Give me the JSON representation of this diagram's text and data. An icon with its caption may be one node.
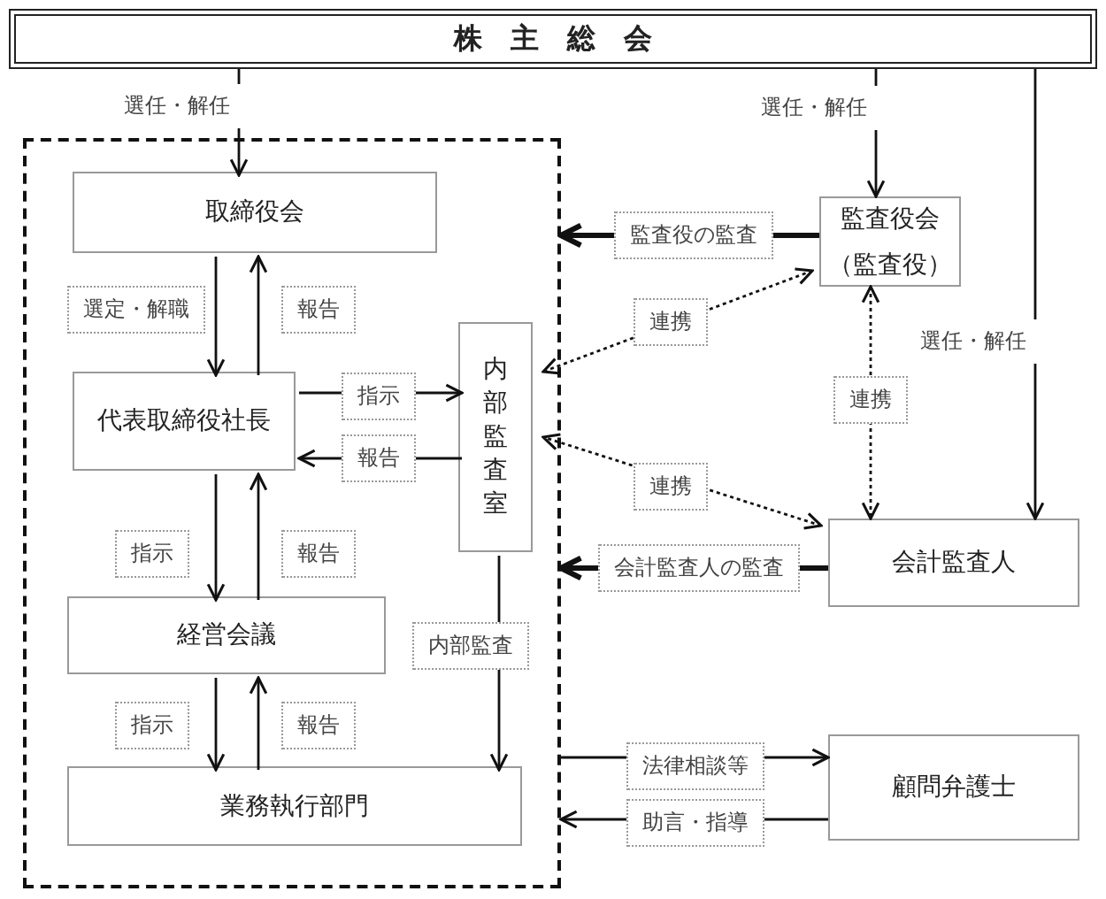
{
  "diagram": {
    "nodes": [
      {
        "text": [
          "株　主　総　会"
        ]
      },
      {
        "text": [],
        "shape": "box"
      },
      {
        "text": [
          "取締役会"
        ],
        "in": 1
      },
      {
        "text": [
          "代表取締役社長"
        ],
        "in": 1
      },
      {
        "text": [
          "内部監査室"
        ],
        "in": 1
      },
      {
        "text": [
          "経営会議"
        ],
        "in": 1
      },
      {
        "text": [
          "業務執行部門"
        ],
        "in": 1
      },
      {
        "text": [
          "監査役会",
          "（監査役）"
        ]
      },
      {
        "text": [
          "会計監査人"
        ]
      },
      {
        "text": [
          "顧問弁護士"
        ]
      }
    ],
    "edges": [
      {
        "from": 0,
        "to": 2,
        "arrow": "to",
        "label": "選任・解任"
      },
      {
        "from": 0,
        "to": 7,
        "arrow": "to",
        "label": "選任・解任"
      },
      {
        "from": 0,
        "to": 8,
        "arrow": "to",
        "label": "選任・解任"
      },
      {
        "from": 2,
        "to": 3,
        "arrow": "to",
        "label": "選定・解職"
      },
      {
        "from": 3,
        "to": 2,
        "arrow": "to",
        "label": "報告"
      },
      {
        "from": 3,
        "to": 4,
        "arrow": "to",
        "label": "指示"
      },
      {
        "from": 4,
        "to": 3,
        "arrow": "to",
        "label": "報告"
      },
      {
        "from": 3,
        "to": 5,
        "arrow": "to",
        "label": "指示"
      },
      {
        "from": 5,
        "to": 3,
        "arrow": "to",
        "label": "報告"
      },
      {
        "from": 5,
        "to": 6,
        "arrow": "to",
        "label": "指示"
      },
      {
        "from": 6,
        "to": 5,
        "arrow": "to",
        "label": "報告"
      },
      {
        "from": 4,
        "to": 6,
        "arrow": "to",
        "label": "内部監査"
      },
      {
        "from": 7,
        "to": 1,
        "arrow": "to",
        "label": "監査役の監査",
        "style": "thick"
      },
      {
        "from": 7,
        "to": 4,
        "arrow": "both",
        "label": "連携",
        "style": "dashed"
      },
      {
        "from": 7,
        "to": 8,
        "arrow": "both",
        "label": "連携",
        "style": "dashed"
      },
      {
        "from": 8,
        "to": 4,
        "arrow": "both",
        "label": "連携",
        "style": "dashed"
      },
      {
        "from": 8,
        "to": 1,
        "arrow": "to",
        "label": "会計監査人の監査",
        "style": "thick"
      },
      {
        "from": 1,
        "to": 9,
        "arrow": "to",
        "label": "法律相談等"
      },
      {
        "from": 9,
        "to": 1,
        "arrow": "to",
        "label": "助言・指導"
      }
    ]
  }
}
